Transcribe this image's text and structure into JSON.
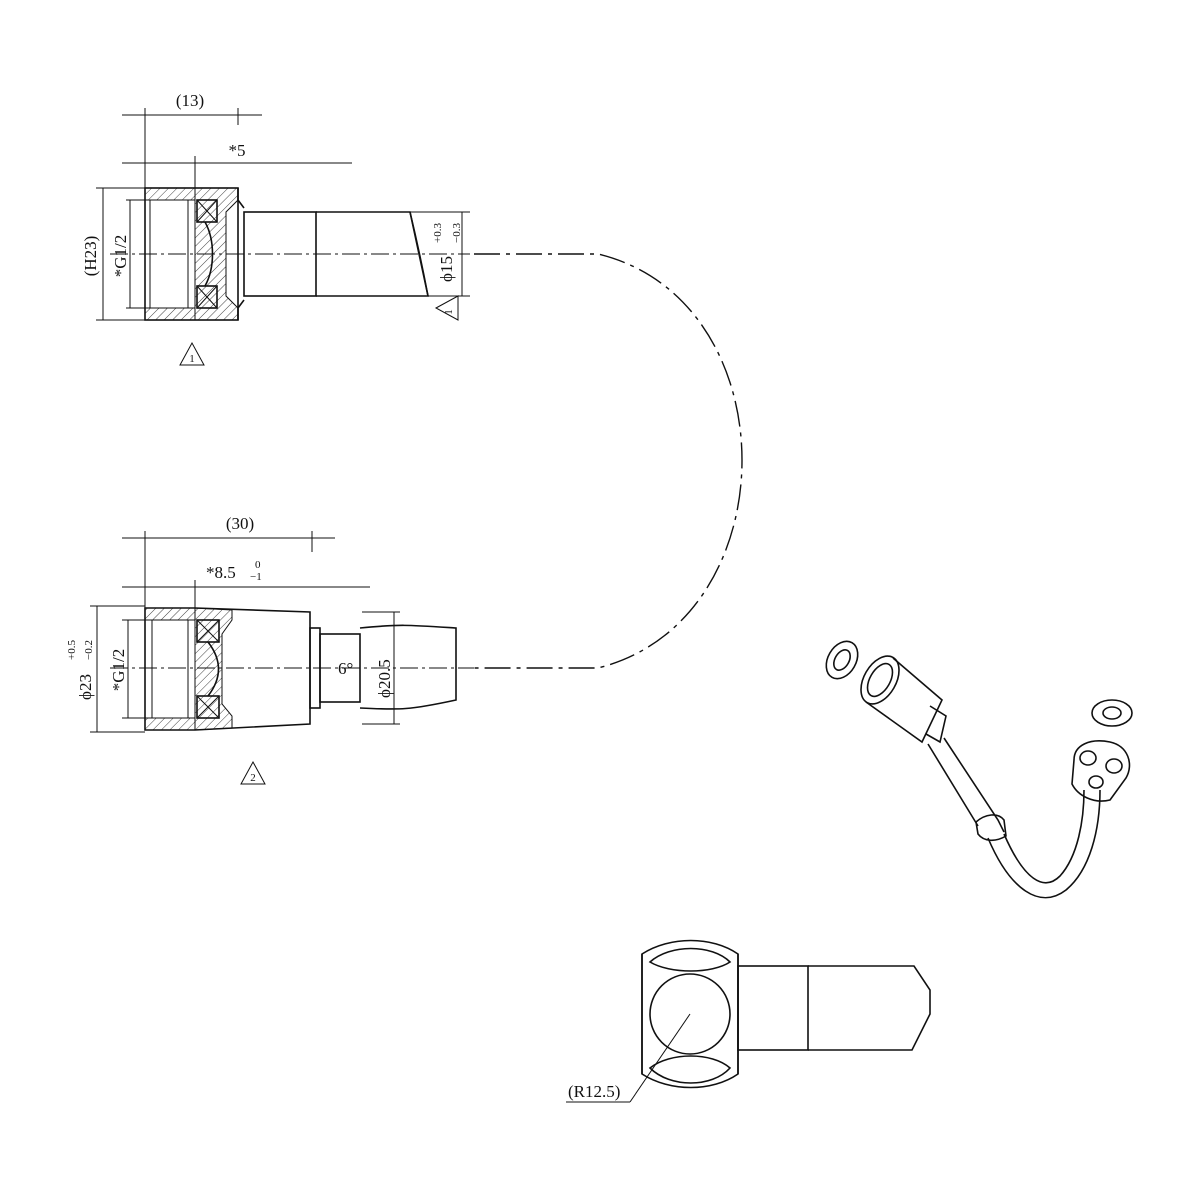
{
  "top_fitting": {
    "dim_overall": "(13)",
    "dim_thread": "*5",
    "dim_hex": "(H23)",
    "dim_thread_size": "*G1/2",
    "dim_hose_dia": "ϕ15",
    "dim_hose_tol_upper": "+0.3",
    "dim_hose_tol_lower": "−0.3",
    "marker_1": "1",
    "marker_hose": "1"
  },
  "bottom_fitting": {
    "dim_overall": "(30)",
    "dim_thread": "*8.5",
    "dim_thread_tol_upper": "0",
    "dim_thread_tol_lower": "−1",
    "dim_outer": "ϕ23",
    "dim_outer_tol_upper": "+0.5",
    "dim_outer_tol_lower": "−0.2",
    "dim_thread_size": "*G1/2",
    "dim_angle": "6°",
    "dim_inner": "ϕ20.5",
    "marker_2": "2"
  },
  "elbow_detail": {
    "dim_radius": "(R12.5)"
  }
}
